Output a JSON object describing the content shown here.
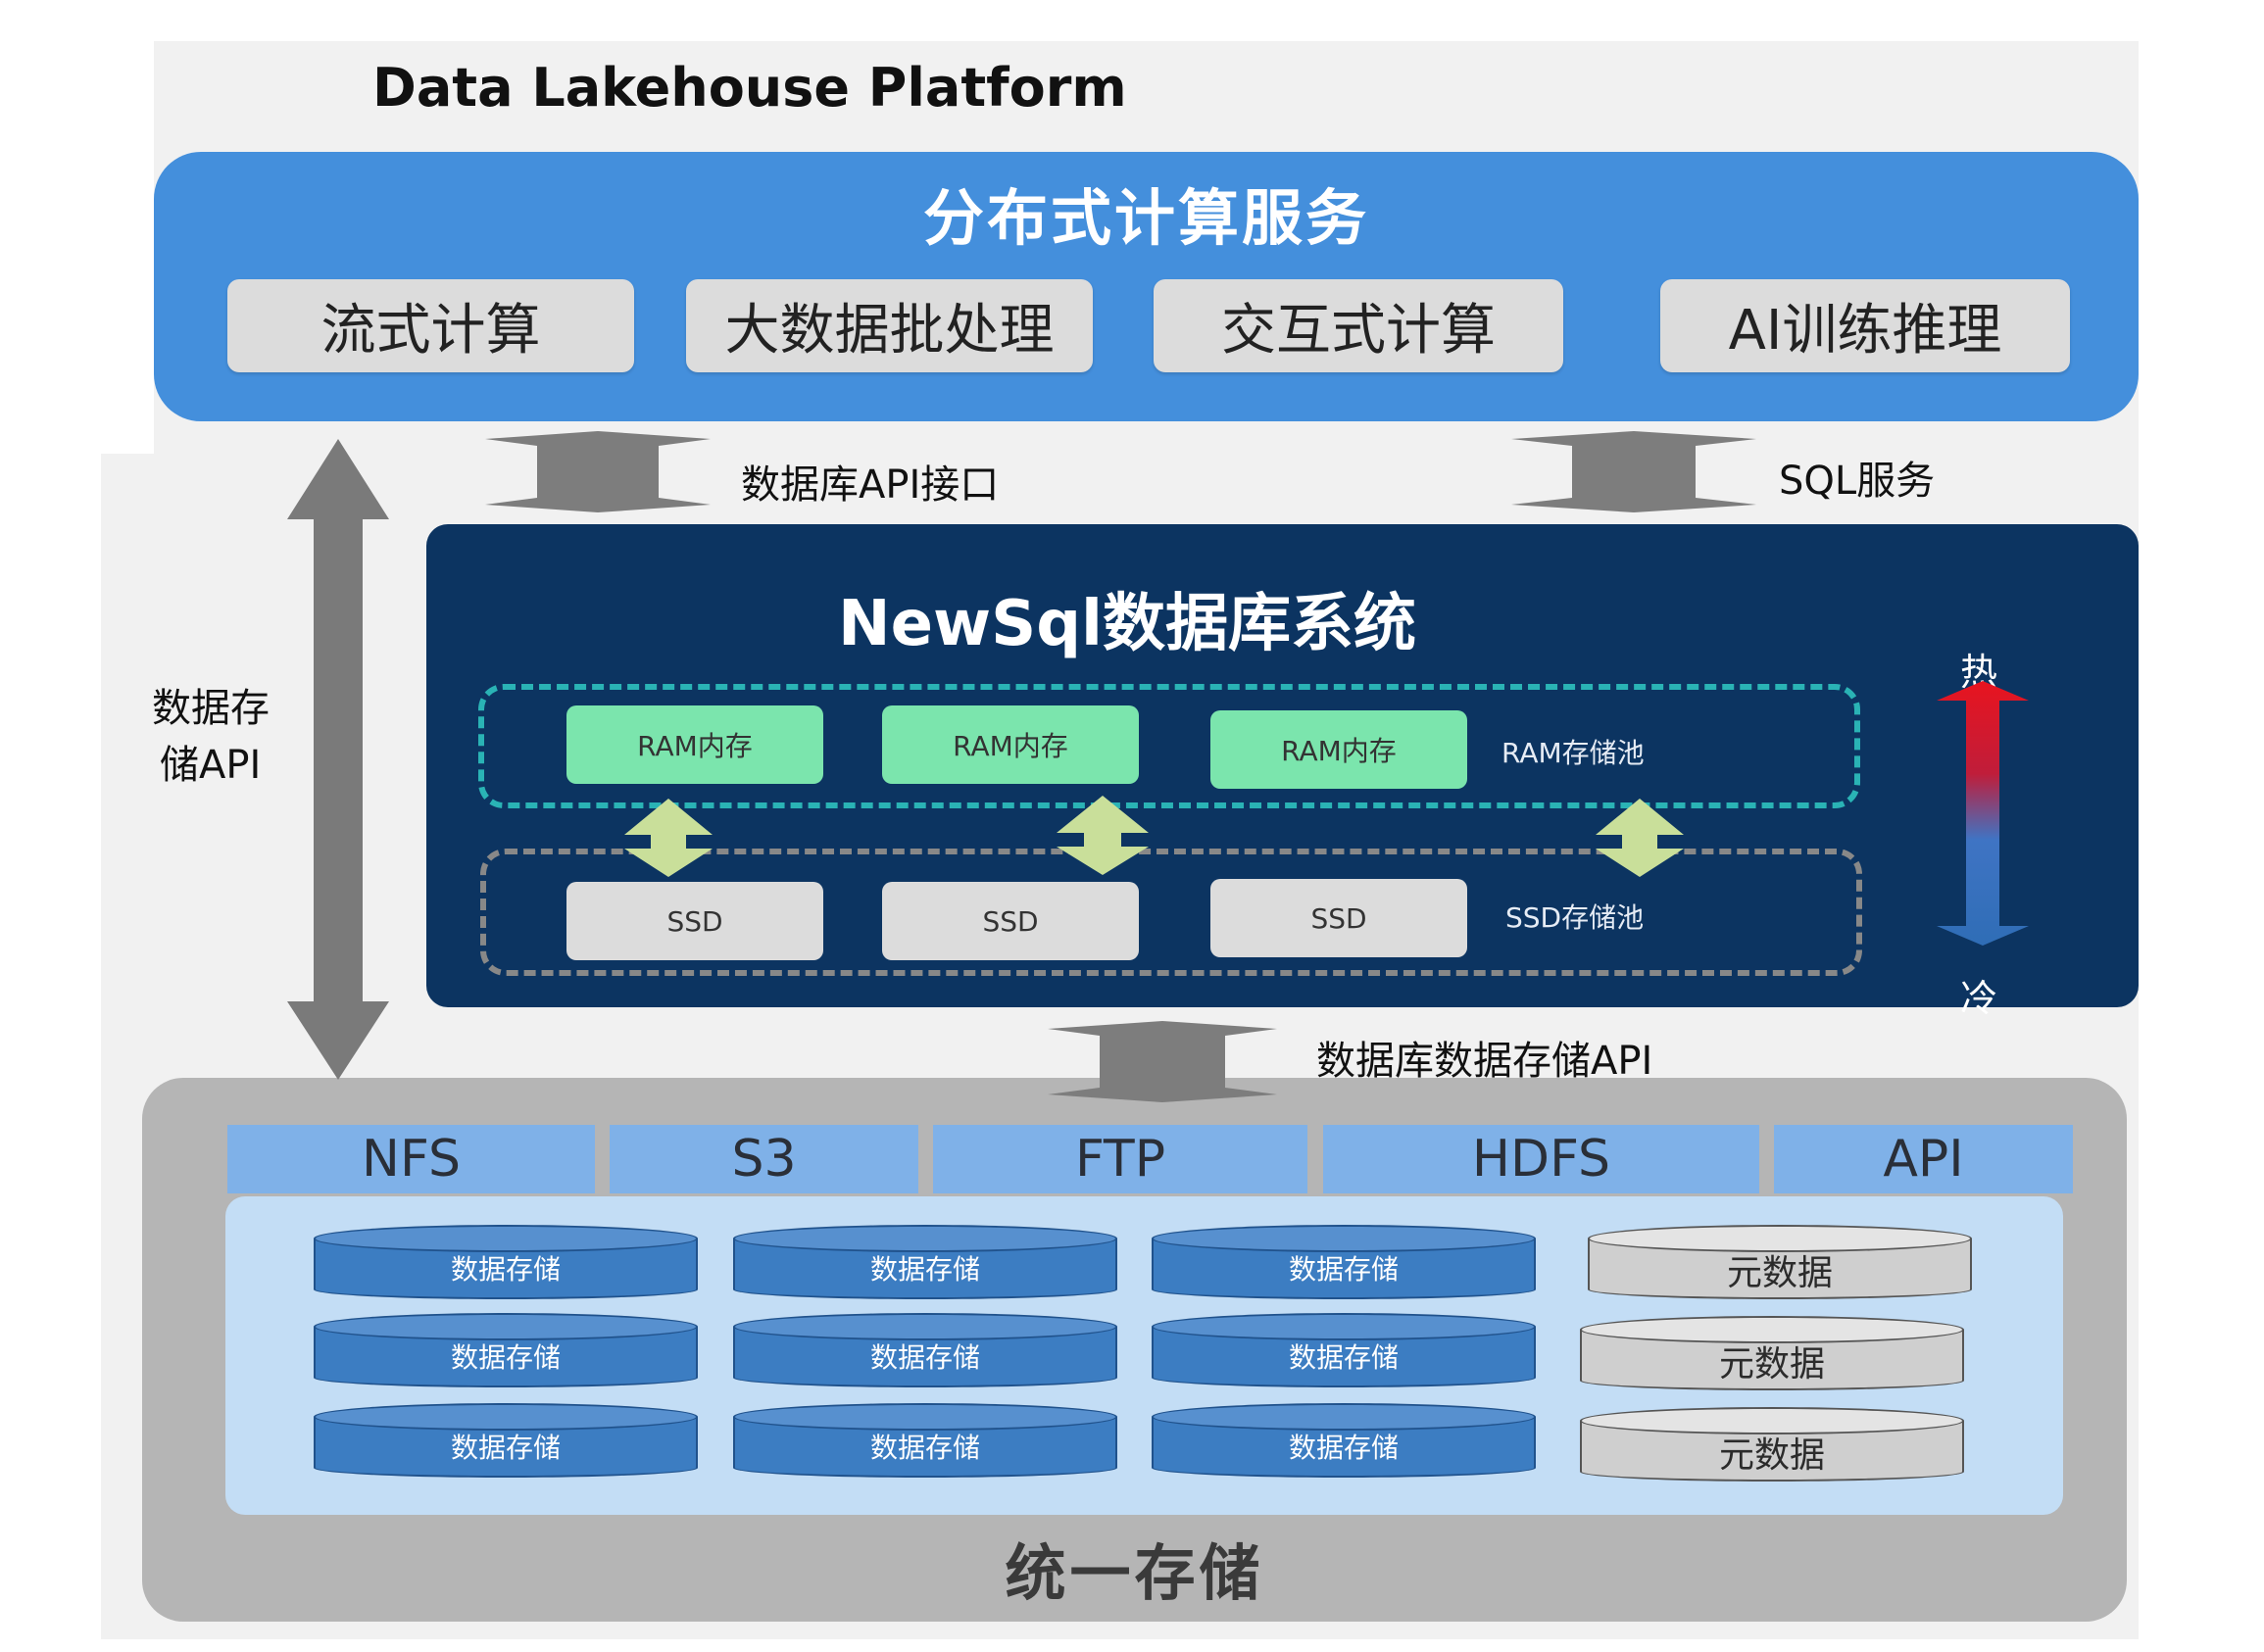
{
  "title": "Data Lakehouse Platform",
  "compute": {
    "title": "分布式计算服务",
    "items": [
      "流式计算",
      "大数据批处理",
      "交互式计算",
      "AI训练推理"
    ]
  },
  "links": {
    "db_api": "数据库API接口",
    "sql_service": "SQL服务",
    "storage_api_line1": "数据存",
    "storage_api_line2": "储API",
    "db_storage_api": "数据库数据存储API"
  },
  "newsql": {
    "title": "NewSql数据库系统",
    "ram_items": [
      "RAM内存",
      "RAM内存",
      "RAM内存"
    ],
    "ram_pool": "RAM存储池",
    "ssd_items": [
      "SSD",
      "SSD",
      "SSD"
    ],
    "ssd_pool": "SSD存储池",
    "hot": "热",
    "cold": "冷"
  },
  "storage": {
    "title": "统一存储",
    "protocols": [
      "NFS",
      "S3",
      "FTP",
      "HDFS",
      "API"
    ],
    "data_label": "数据存储",
    "meta_label": "元数据"
  },
  "colors": {
    "compute_bg": "#448fdc",
    "newsql_bg": "#0c3461",
    "ram": "#7be5ad",
    "protocol": "#7fb1e8",
    "storage_bg": "#b5b5b5"
  }
}
